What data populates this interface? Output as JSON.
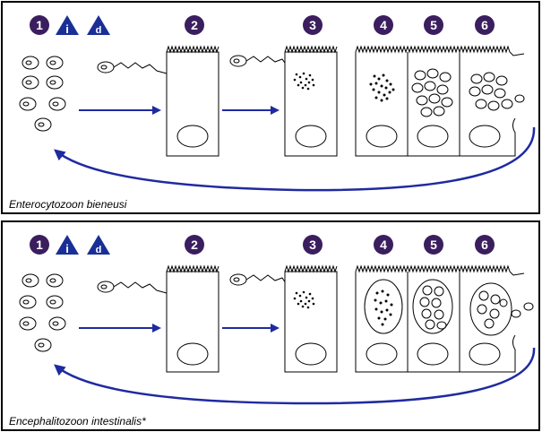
{
  "colors": {
    "step_badge": "#3a1e5e",
    "stage_triangle": "#1a2f96",
    "arrow": "#1f2aa0",
    "outline": "#000000"
  },
  "legend_icons": [
    {
      "symbol": "i",
      "meaning": "infective-stage-icon"
    },
    {
      "symbol": "d",
      "meaning": "diagnostic-stage-icon"
    }
  ],
  "panels": [
    {
      "caption": "Enterocytozoon bieneusi",
      "steps": [
        "1",
        "2",
        "3",
        "4",
        "5",
        "6"
      ]
    },
    {
      "caption": "Encephalitozoon intestinalis*",
      "steps": [
        "1",
        "2",
        "3",
        "4",
        "5",
        "6"
      ]
    }
  ]
}
